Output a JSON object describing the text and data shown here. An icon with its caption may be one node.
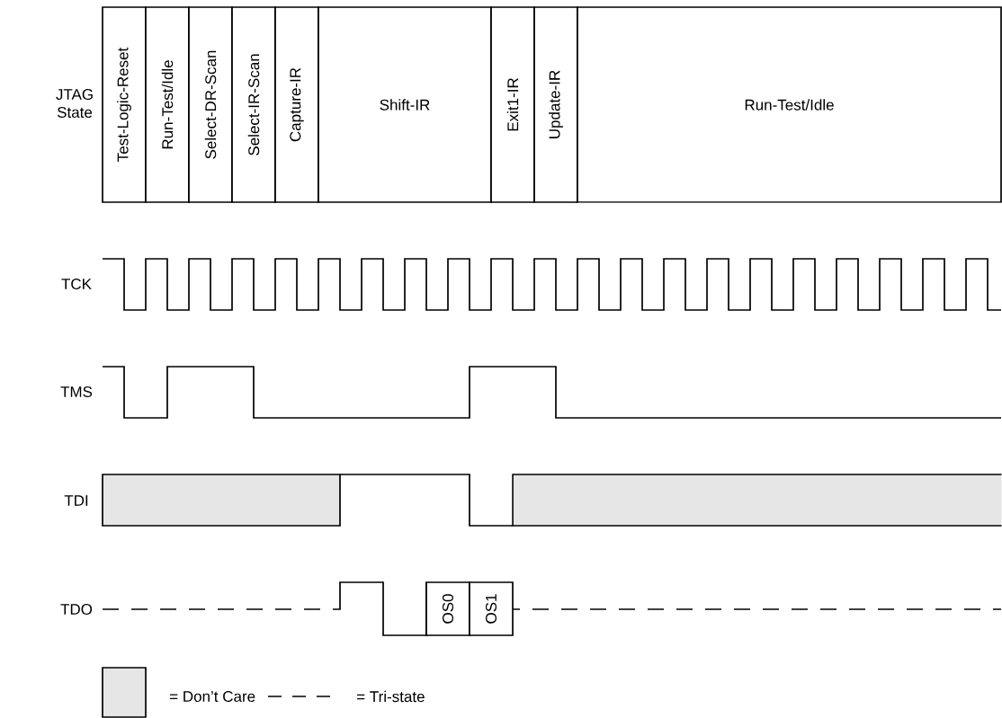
{
  "diagram": {
    "nodes": [
      {
        "text": [
          "Test-Logic-Reset"
        ]
      },
      {
        "text": [
          "Run-Test/Idle"
        ]
      },
      {
        "text": [
          "Select-DR-Scan"
        ]
      },
      {
        "text": [
          "Select-IR-Scan"
        ]
      },
      {
        "text": [
          "Capture-IR"
        ]
      },
      {
        "text": [
          "Shift-IR"
        ]
      },
      {
        "text": [
          "Exit1-IR"
        ]
      },
      {
        "text": [
          "Update-IR"
        ]
      },
      {
        "text": [
          "Run-Test/Idle"
        ]
      },
      {
        "text": [
          "OS0"
        ]
      },
      {
        "text": [
          "OS1"
        ]
      }
    ],
    "labels": [
      "JTAG State",
      "TCK",
      "TMS",
      "TDI",
      "TDO"
    ],
    "legend": [
      {
        "text": "= Don’t Care",
        "color": "#e6e6e6"
      },
      {
        "text": "= Tri-state"
      }
    ]
  }
}
